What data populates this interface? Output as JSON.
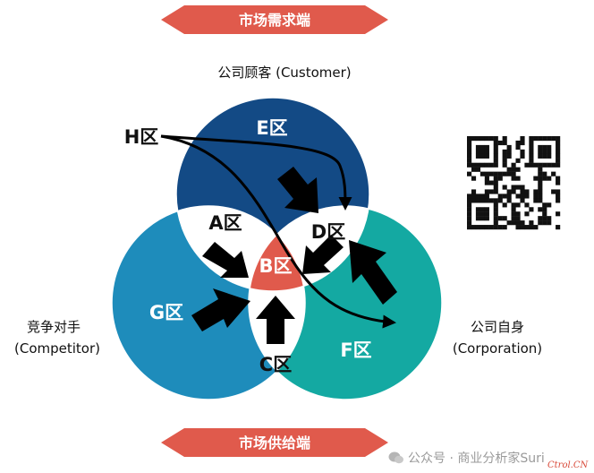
{
  "banners": {
    "top": "市场需求端",
    "bottom": "市场供给端"
  },
  "circles": {
    "customer": "公司顾客 (Customer)",
    "competitor_line1": "竞争对手",
    "competitor_line2": "(Competitor)",
    "corporation_line1": "公司自身",
    "corporation_line2": "(Corporation)"
  },
  "zones": {
    "a": "A区",
    "b": "B区",
    "c": "C区",
    "d": "D区",
    "e": "E区",
    "f": "F区",
    "g": "G区",
    "h": "H区"
  },
  "watermark": {
    "text": "公众号 · 商业分析家Suri",
    "site": "Ctrol.CN"
  },
  "colors": {
    "customer_circle": "#134a85",
    "competitor_circle": "#1e8cbb",
    "corporation_circle": "#14a9a2",
    "banner": "#e05a4c",
    "center_zone": "#e05a4c"
  }
}
